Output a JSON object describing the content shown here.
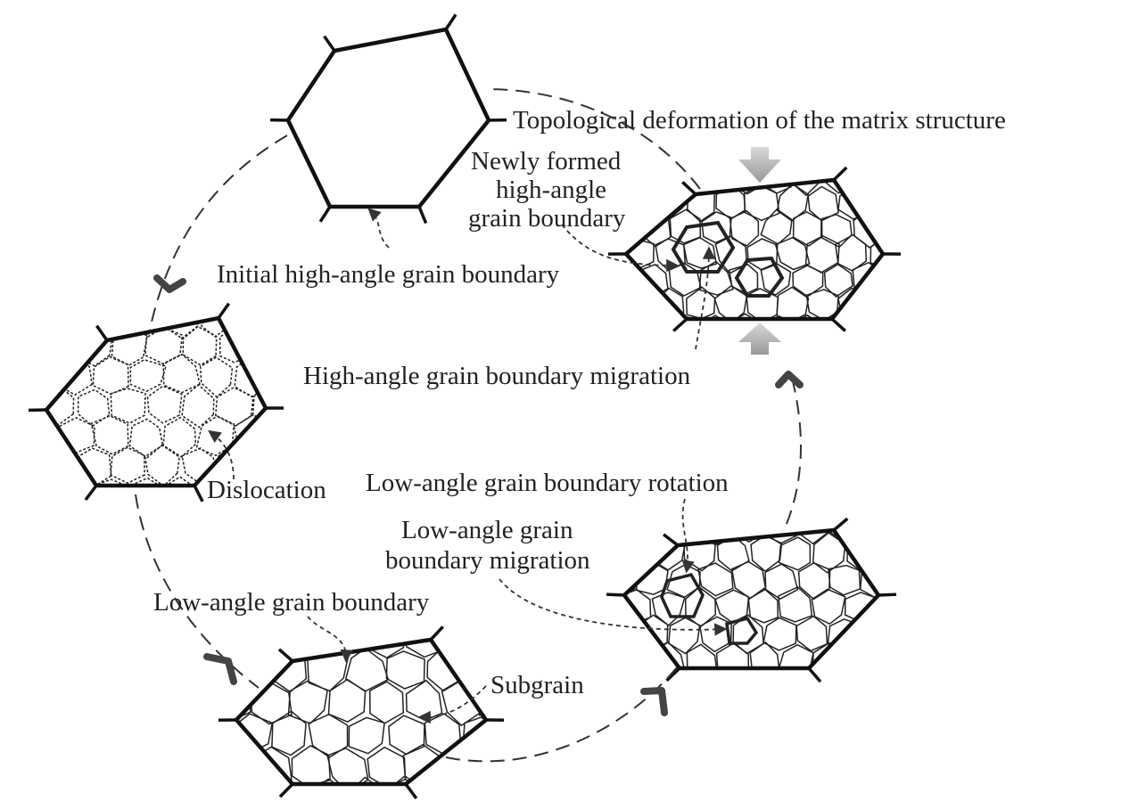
{
  "diagram": {
    "labels": {
      "topological": "Topological deformation of the matrix structure",
      "newly_formed_1": "Newly formed",
      "newly_formed_2": "high-angle",
      "newly_formed_3": "grain boundary",
      "initial_hagb": "Initial high-angle grain boundary",
      "hagb_migration": "High-angle grain boundary migration",
      "dislocation": "Dislocation",
      "lagb_rotation": "Low-angle grain boundary rotation",
      "lagb_migration_1": "Low-angle grain",
      "lagb_migration_2": "boundary migration",
      "lagb": "Low-angle grain boundary",
      "subgrain": "Subgrain"
    },
    "stages": [
      "initial-grain",
      "dislocated-grain",
      "subgrain-formation",
      "boundary-rotation-migration",
      "recrystallized-grain"
    ],
    "colors": {
      "line": "#111111",
      "arrow": "#333333",
      "compression": "#b5b5b5"
    }
  }
}
